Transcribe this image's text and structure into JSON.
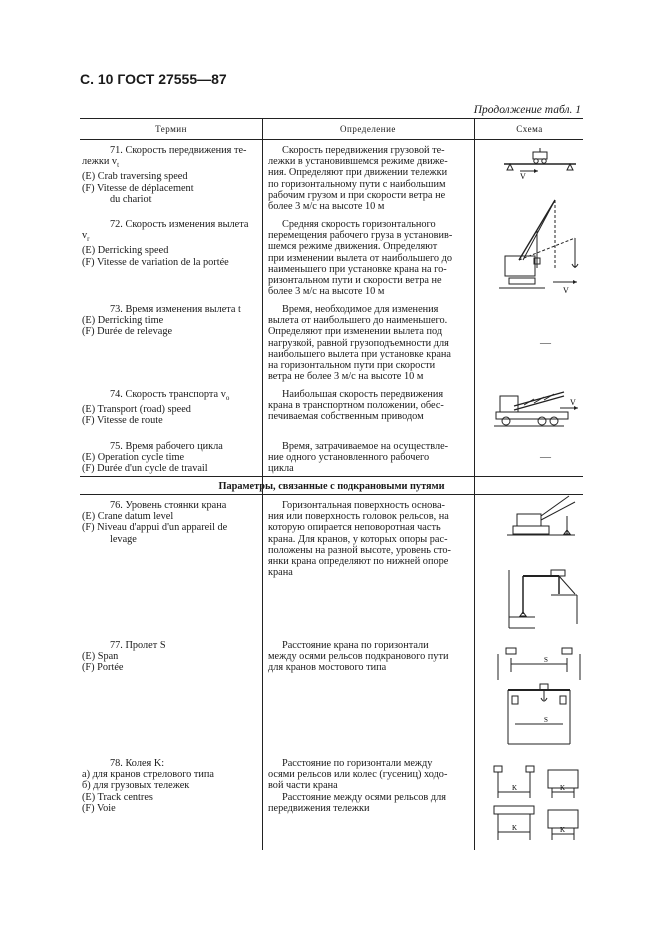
{
  "page": {
    "header": "С. 10 ГОСТ 27555—87",
    "continuation": "Продолжение табл. 1"
  },
  "columns": {
    "term": "Термин",
    "definition": "Определение",
    "scheme": "Схема"
  },
  "rows": [
    {
      "term": [
        "71. Скорость передвижения те-",
        "лежки v",
        "(E) Crab traversing speed",
        "(F) Vitesse de déplacement",
        "du chariot"
      ],
      "definition": [
        "Скорость передвижения грузовой те-",
        "лежки в установившемся режиме движе-",
        "ния. Определяют при движении тележки",
        "по горизонтальному пути с наибольшим",
        "рабочим грузом и при скорости ветра не",
        "более 3 м/с на высоте 10 м"
      ],
      "scheme_label": "V"
    },
    {
      "term": [
        "72. Скорость изменения вылета",
        "v",
        "(E) Derricking speed",
        "(F) Vitesse de variation de la portée"
      ],
      "definition": [
        "Средняя скорость горизонтального",
        "перемещения рабочего груза в установив-",
        "шемся режиме движения. Определяют",
        "при изменении вылета от наибольшего до",
        "наименьшего при установке крана на го-",
        "ризонтальном пути и скорости ветра не",
        "более 3 м/с на высоте 10 м"
      ],
      "scheme_label": "V"
    },
    {
      "term": [
        "73. Время изменения вылета t",
        "(E) Derricking time",
        "(F) Durée de relevage"
      ],
      "definition": [
        "Время, необходимое для изменения",
        "вылета от наибольшего до наименьшего.",
        "Определяют при изменении вылета под",
        "нагрузкой, равной грузоподъемности для",
        "наибольшего вылета при установке крана",
        "на горизонтальном пути при скорости",
        "ветра не более 3 м/с на высоте 10 м"
      ],
      "scheme_label": "—"
    },
    {
      "term": [
        "74. Скорость транспорта v",
        "(E) Transport (road) speed",
        "(F) Vitesse de route"
      ],
      "definition": [
        "Наибольшая скорость передвижения",
        "крана в транспортном положении, обес-",
        "печиваемая собственным приводом"
      ],
      "scheme_label": "V"
    },
    {
      "term": [
        "75. Время рабочего цикла",
        "(E) Operation cycle time",
        "(F) Durée d'un cycle de travail"
      ],
      "definition": [
        "Время, затрачиваемое на осуществле-",
        "ние одного установленного рабочего",
        "цикла"
      ],
      "scheme_label": "—"
    }
  ],
  "section_title": "Параметры, связанные с подкрановыми путями",
  "rows2": [
    {
      "term": [
        "76. Уровень стоянки крана",
        "(E) Crane datum level",
        "(F) Niveau d'appui d'un appareil de",
        "levage"
      ],
      "definition": [
        "Горизонтальная поверхность основа-",
        "ния или поверхность головок рельсов, на",
        "которую опирается неповоротная часть",
        "крана. Для кранов, у которых опоры рас-",
        "положены на разной высоте, уровень сто-",
        "янки крана определяют по нижней опоре",
        "крана"
      ]
    },
    {
      "term": [
        "77. Пролет S",
        "(E) Span",
        "(F) Portée"
      ],
      "definition": [
        "Расстояние крана по горизонтали",
        "между осями рельсов подкранового пути",
        "для кранов мостового типа"
      ],
      "scheme_label": "S"
    },
    {
      "term": [
        "78. Колея K:",
        "а) для кранов стрелового типа",
        "б) для грузовых тележек",
        "(E) Track centres",
        "(F) Voie"
      ],
      "definition": [
        "Расстояние по горизонтали между",
        "осями рельсов или колес (гусениц) ходо-",
        "вой части крана",
        "Расстояние между осями рельсов для",
        "передвижения тележки"
      ],
      "scheme_label": "K"
    }
  ],
  "subscripts": {
    "t": "t",
    "r": "r",
    "o": "o"
  }
}
